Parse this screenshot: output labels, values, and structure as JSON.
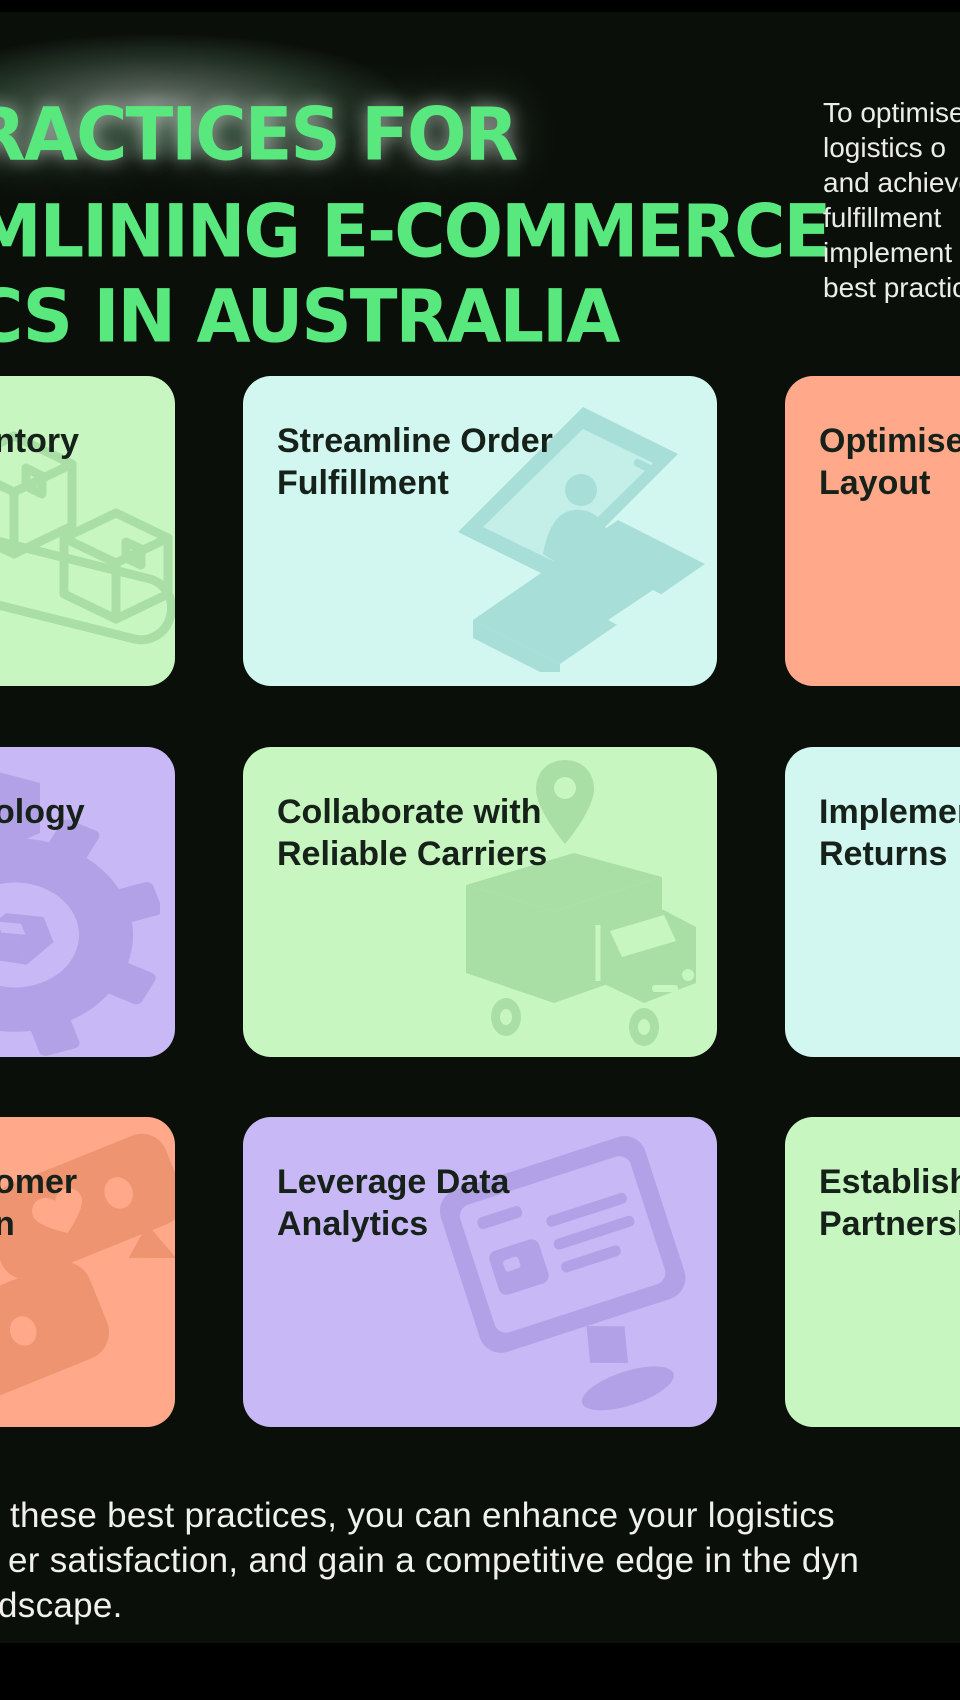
{
  "page": {
    "background": "#0b0f0a",
    "top_band": "#000000",
    "bottom_band": "#000000"
  },
  "title": {
    "color": "#58e87e",
    "lines": [
      "RACTICES FOR",
      "MLINING E-COMMERCE",
      "CS IN AUSTRALIA"
    ]
  },
  "intro_paragraph": {
    "color": "#ecede9",
    "lines": [
      "To optimise",
      "logistics o",
      "and achieve",
      "fulfillment",
      "implement",
      "best practic"
    ]
  },
  "cards": [
    {
      "name": "inventory",
      "color": "green",
      "icon": "boxes-conveyor-icon",
      "lines": [
        "ntory",
        ""
      ]
    },
    {
      "name": "streamline-order-fulfillment",
      "color": "cyan",
      "icon": "laptop-video-call-icon",
      "lines": [
        "Streamline Order",
        "Fulfillment"
      ]
    },
    {
      "name": "optimise-layout",
      "color": "orange",
      "icon": null,
      "lines": [
        "Optimise",
        "Layout"
      ]
    },
    {
      "name": "technology",
      "color": "purple",
      "icon": "gear-box-icon",
      "lines": [
        "ology",
        ""
      ]
    },
    {
      "name": "collaborate-reliable-carriers",
      "color": "green",
      "icon": "delivery-truck-pin-icon",
      "lines": [
        "Collaborate with",
        "Reliable Carriers"
      ]
    },
    {
      "name": "implement-returns",
      "color": "cyan",
      "icon": null,
      "lines": [
        "Implement",
        "Returns"
      ]
    },
    {
      "name": "customer-communication",
      "color": "orange",
      "icon": "chat-bubbles-icon",
      "lines": [
        "omer",
        "n"
      ]
    },
    {
      "name": "leverage-data-analytics",
      "color": "purple",
      "icon": "monitor-analytics-icon",
      "lines": [
        "Leverage Data",
        "Analytics"
      ]
    },
    {
      "name": "establish-partnerships",
      "color": "green",
      "icon": null,
      "lines": [
        "Establish",
        "Partnership"
      ]
    }
  ],
  "outro_paragraph": {
    "color": "#f0f1ec",
    "lines": [
      "these best practices, you can enhance your logistics",
      "er satisfaction, and gain a competitive edge in the dyn",
      "dscape."
    ]
  },
  "colors": {
    "card_green": "#c8f6c0",
    "card_cyan": "#d2f6f0",
    "card_orange": "#ffa88a",
    "card_purple": "#c8b8f5",
    "icon_green": "#a9dfa5",
    "icon_cyan": "#a8ded8",
    "icon_orange": "#ee9470",
    "icon_purple": "#b2a1e6",
    "card_text": "#152119",
    "title_green": "#58e87e"
  }
}
